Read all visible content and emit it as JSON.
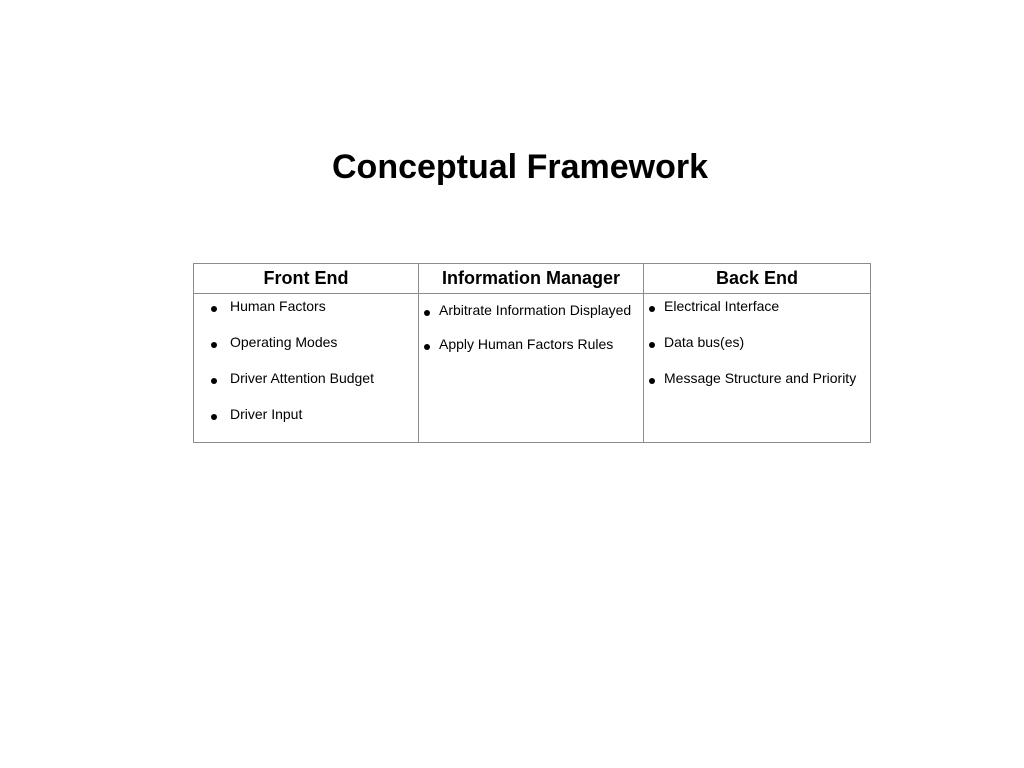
{
  "slide": {
    "title": "Conceptual Framework"
  },
  "table": {
    "headers": [
      "Front End",
      "Information Manager",
      "Back End"
    ],
    "columns": [
      [
        "Human Factors",
        "Operating Modes",
        "Driver Attention Budget",
        "Driver Input"
      ],
      [
        "Arbitrate Information Displayed",
        "Apply Human Factors Rules"
      ],
      [
        "Electrical Interface",
        "Data bus(es)",
        "Message Structure and Priority"
      ]
    ]
  }
}
